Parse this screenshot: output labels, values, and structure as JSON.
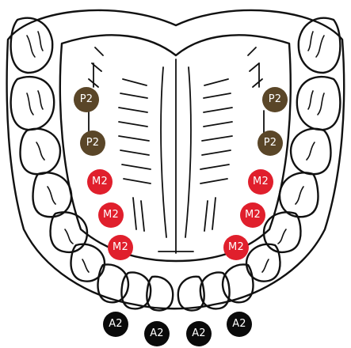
{
  "colors": {
    "premolar_marker": "#5a4628",
    "molar_marker": "#e01f2c",
    "anterior_marker": "#0a0a0a",
    "line_art": "#111111",
    "background": "#ffffff"
  },
  "drawing": "upper-dental-arch-line-art",
  "markers": {
    "p2_upper_left": "P2",
    "p2_lower_left": "P2",
    "p2_upper_right": "P2",
    "p2_lower_right": "P2",
    "m2_left_1": "M2",
    "m2_left_2": "M2",
    "m2_left_3": "M2",
    "m2_right_1": "M2",
    "m2_right_2": "M2",
    "m2_right_3": "M2",
    "a2_1": "A2",
    "a2_2": "A2",
    "a2_3": "A2",
    "a2_4": "A2"
  }
}
